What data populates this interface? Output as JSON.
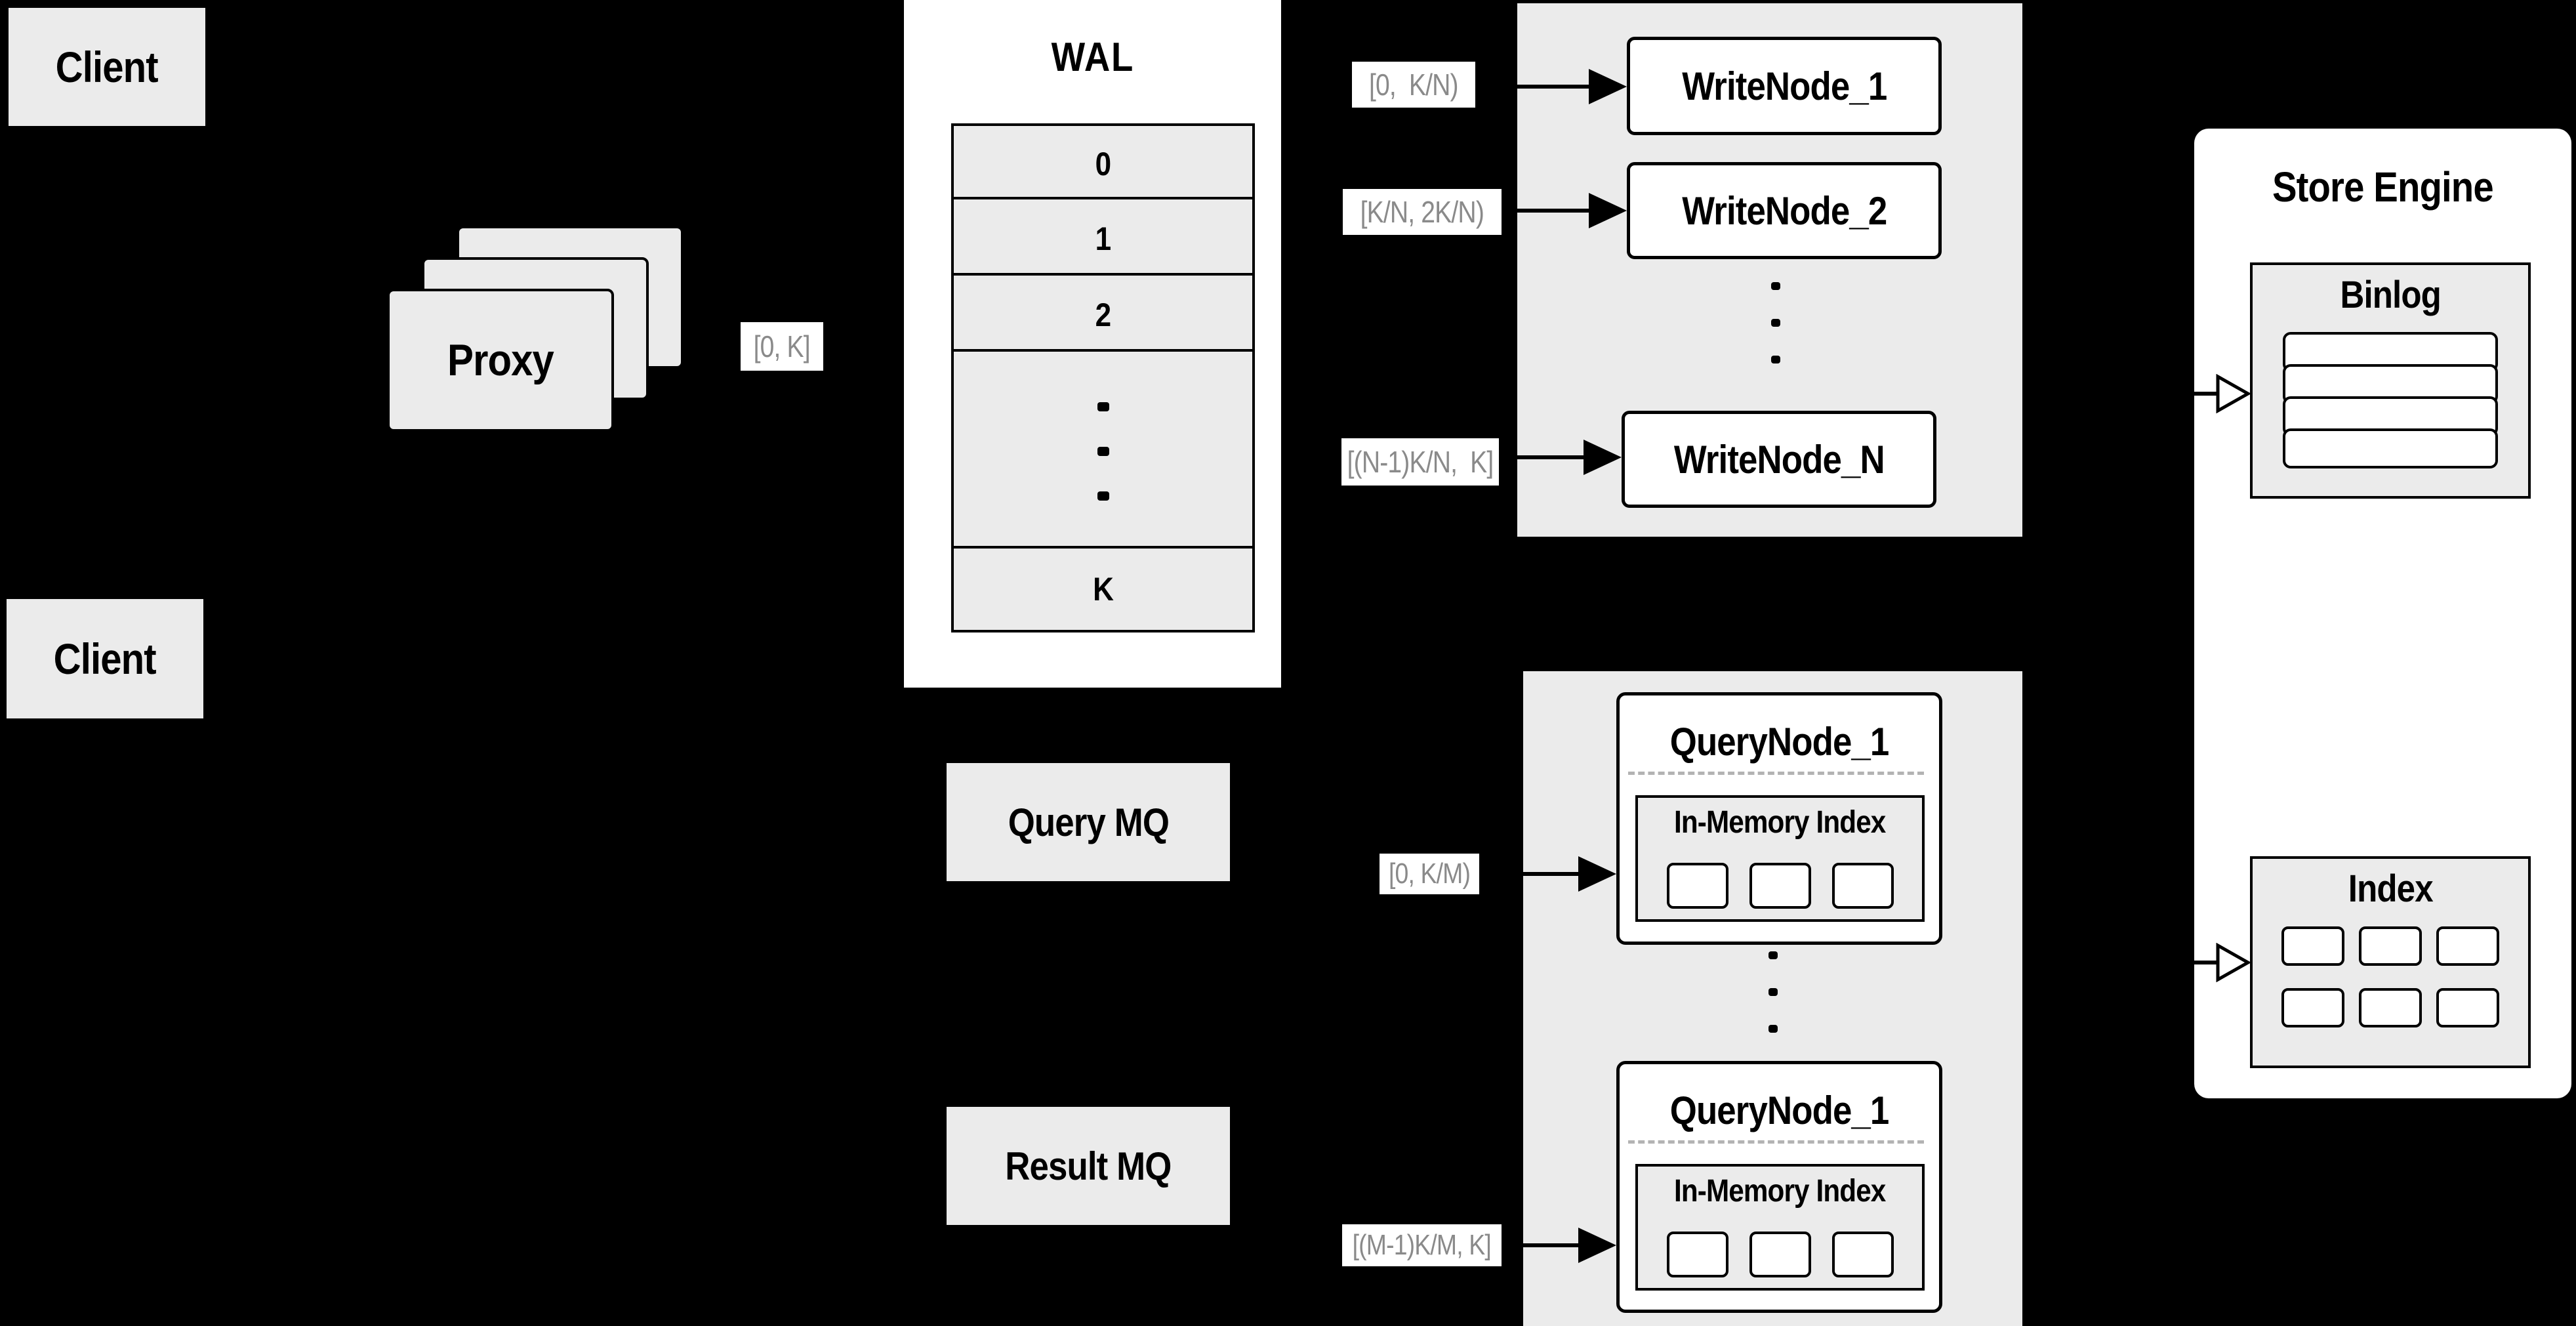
{
  "colors": {
    "background": "#000000",
    "panel_gray": "#ebebeb",
    "box_white": "#ffffff",
    "line_black": "#000000",
    "range_text_gray": "#8a8a8a",
    "dash_gray": "#b3b3b3"
  },
  "clients": {
    "top_label": "Client",
    "bottom_label": "Client"
  },
  "proxy": {
    "label": "Proxy",
    "range_label": "[0, K]"
  },
  "wal": {
    "title": "WAL",
    "rows": [
      "0",
      "1",
      "2"
    ],
    "last_row": "K"
  },
  "write_cluster": {
    "nodes": [
      {
        "range": "[0,  K/N)",
        "name": "WriteNode_1"
      },
      {
        "range": "[K/N, 2K/N)",
        "name": "WriteNode_2"
      },
      {
        "range": "[(N-1)K/N,  K]",
        "name": "WriteNode_N"
      }
    ]
  },
  "query_cluster": {
    "nodes": [
      {
        "range": "[0, K/M)",
        "name": "QueryNode_1",
        "inner_title": "In-Memory Index"
      },
      {
        "range": "[(M-1)K/M, K]",
        "name": "QueryNode_1",
        "inner_title": "In-Memory Index"
      }
    ]
  },
  "mq": {
    "query_label": "Query MQ",
    "result_label": "Result MQ"
  },
  "store_engine": {
    "title": "Store Engine",
    "binlog_title": "Binlog",
    "index_title": "Index"
  }
}
